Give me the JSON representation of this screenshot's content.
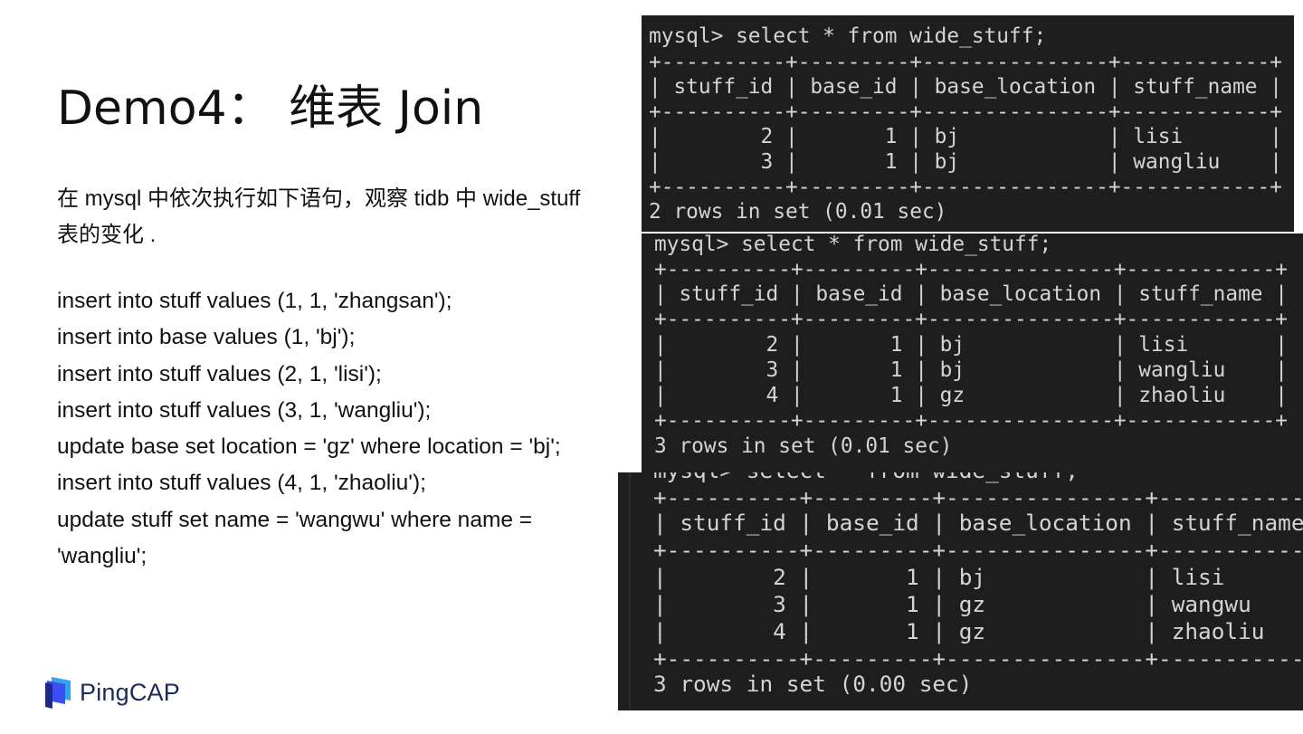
{
  "slide": {
    "title": "Demo4： 维表  Join",
    "intro": "在  mysql  中依次执行如下语句，观察  tidb  中 wide_stuff  表的变化 .",
    "statements": [
      "insert into stuff values (1, 1, 'zhangsan');",
      "insert into base values (1, 'bj');",
      "insert into stuff values (2, 1, 'lisi');",
      "insert into stuff values (3, 1, 'wangliu');",
      "update base set location = 'gz' where location = 'bj';",
      "insert into stuff values (4, 1, 'zhaoliu');",
      "update stuff set name = 'wangwu' where name = 'wangliu';"
    ]
  },
  "terminals": [
    {
      "lines": [
        "mysql> select * from wide_stuff;",
        "+----------+---------+---------------+------------+",
        "| stuff_id | base_id | base_location | stuff_name |",
        "+----------+---------+---------------+------------+",
        "|        2 |       1 | bj            | lisi       |",
        "|        3 |       1 | bj            | wangliu    |",
        "+----------+---------+---------------+------------+",
        "2 rows in set (0.01 sec)"
      ]
    },
    {
      "lines": [
        "mysql> select * from wide_stuff;",
        "+----------+---------+---------------+------------+",
        "| stuff_id | base_id | base_location | stuff_name |",
        "+----------+---------+---------------+------------+",
        "|        2 |       1 | bj            | lisi       |",
        "|        3 |       1 | bj            | wangliu    |",
        "|        4 |       1 | gz            | zhaoliu    |",
        "+----------+---------+---------------+------------+",
        "3 rows in set (0.01 sec)"
      ]
    },
    {
      "lines": [
        "mysql> select * from wide_stuff;",
        "+----------+---------+---------------+------------+",
        "| stuff_id | base_id | base_location | stuff_name |",
        "+----------+---------+---------------+------------+",
        "|        2 |       1 | bj            | lisi       |",
        "|        3 |       1 | gz            | wangwu     |",
        "|        4 |       1 | gz            | zhaoliu    |",
        "+----------+---------+---------------+------------+",
        "3 rows in set (0.00 sec)"
      ]
    }
  ],
  "logo": {
    "text": "PingCAP",
    "colors": {
      "light": "#2fa4f0",
      "mid": "#3b4ff0",
      "dark": "#1b2a8a"
    }
  }
}
